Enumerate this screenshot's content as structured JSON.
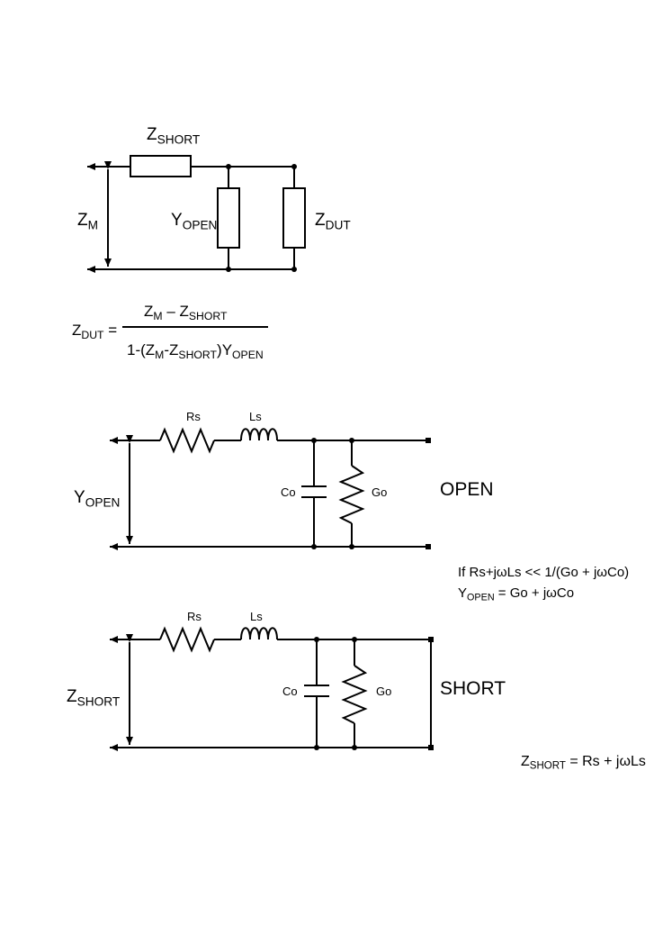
{
  "top": {
    "zshort": {
      "main": "Z",
      "sub": "SHORT"
    },
    "zm": {
      "main": "Z",
      "sub": "M"
    },
    "yopen": {
      "main": "Y",
      "sub": "OPEN"
    },
    "zdut": {
      "main": "Z",
      "sub": "DUT"
    }
  },
  "formula": {
    "lhs": {
      "main": "Z",
      "sub": "DUT",
      "eq": " ="
    },
    "numerator": {
      "a": "Z",
      "a_sub": "M",
      "op": " – Z",
      "b_sub": "SHORT"
    },
    "denominator": {
      "a": "1-(Z",
      "a_sub": "M",
      "b": "-Z",
      "b_sub": "SHORT",
      "c": ")Y",
      "c_sub": "OPEN"
    }
  },
  "open": {
    "rs": "Rs",
    "ls": "Ls",
    "co": "Co",
    "go": "Go",
    "port": {
      "main": "Y",
      "sub": "OPEN"
    },
    "label": "OPEN"
  },
  "condition": {
    "line1": "If Rs+jωLs << 1/(Go + jωCo)",
    "line2": {
      "main": "Y",
      "sub": "OPEN",
      "rest": " = Go + jωCo"
    }
  },
  "short": {
    "rs": "Rs",
    "ls": "Ls",
    "co": "Co",
    "go": "Go",
    "port": {
      "main": "Z",
      "sub": "SHORT"
    },
    "label": "SHORT"
  },
  "short_eq": {
    "main": "Z",
    "sub": "SHORT",
    "rest": " = Rs + jωLs"
  }
}
